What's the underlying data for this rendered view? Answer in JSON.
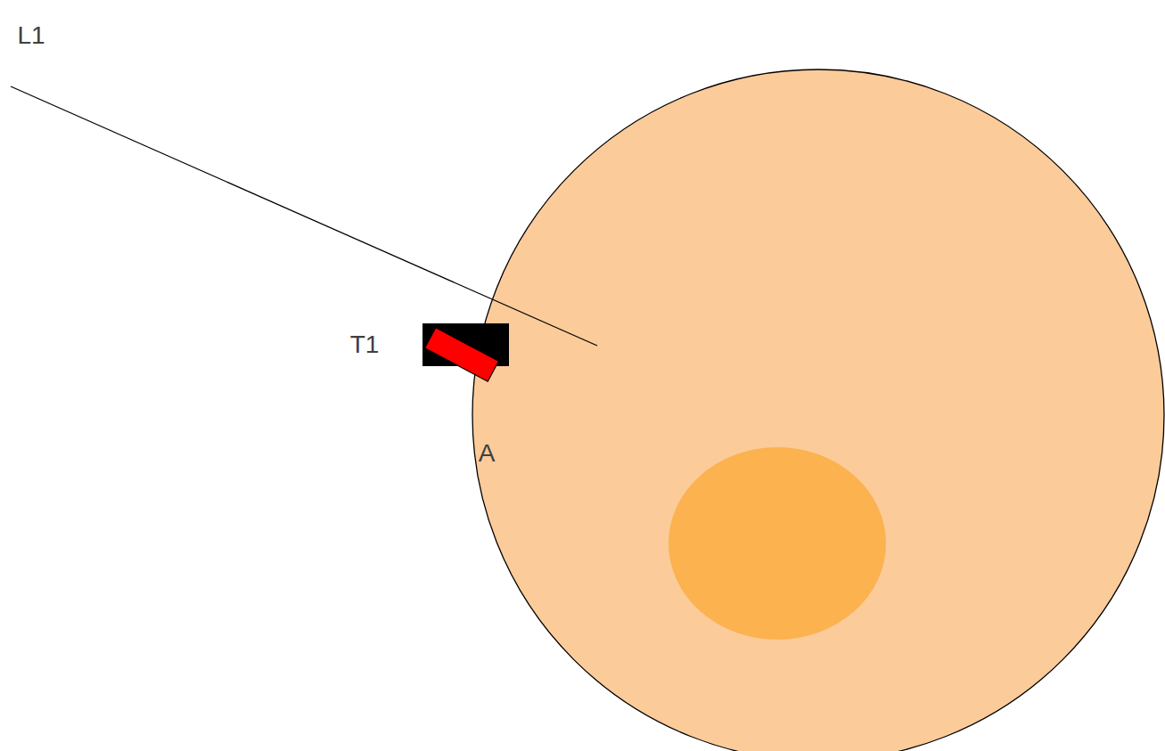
{
  "diagram": {
    "nodes": [
      {
        "text": [
          "T1"
        ]
      },
      {
        "text": [
          "A"
        ]
      }
    ],
    "edges": [
      {
        "from": 0,
        "to": 1,
        "arrow": "none"
      }
    ],
    "labels": [
      "L1"
    ]
  }
}
